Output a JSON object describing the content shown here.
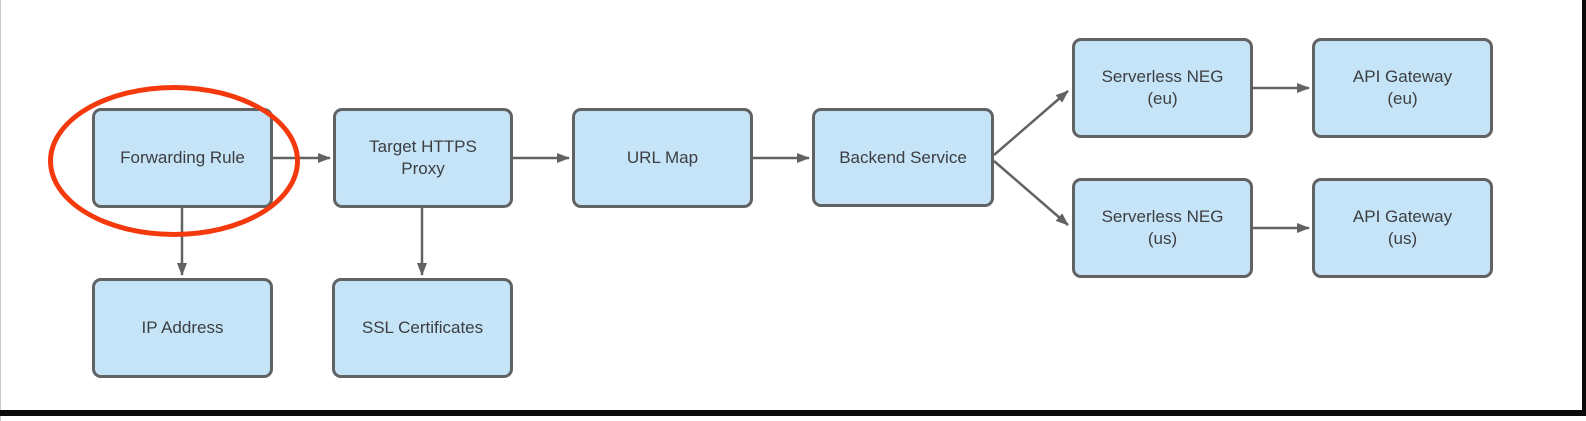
{
  "figure": {
    "type": "flow-diagram",
    "description": "Load balancer architecture flow with forwarding rule highlighted"
  },
  "colors": {
    "node_fill": "#c5e4f7",
    "node_border": "#606264",
    "connector": "#606264",
    "text": "#3c3e41",
    "highlight_ellipse": "#f4390d",
    "frame_lines": "#0a0a0a",
    "background": "#ffffff"
  },
  "nodes": {
    "forwarding_rule": {
      "label": "Forwarding Rule"
    },
    "target_https_proxy": {
      "label": "Target HTTPS\nProxy"
    },
    "url_map": {
      "label": "URL Map"
    },
    "backend_service": {
      "label": "Backend Service"
    },
    "serverless_neg_eu": {
      "label": "Serverless NEG\n(eu)"
    },
    "api_gateway_eu": {
      "label": "API Gateway\n(eu)"
    },
    "serverless_neg_us": {
      "label": "Serverless NEG\n(us)"
    },
    "api_gateway_us": {
      "label": "API Gateway\n(us)"
    },
    "ip_address": {
      "label": "IP Address"
    },
    "ssl_certificates": {
      "label": "SSL Certificates"
    }
  },
  "edges": [
    {
      "from": "forwarding_rule",
      "to": "target_https_proxy"
    },
    {
      "from": "target_https_proxy",
      "to": "url_map"
    },
    {
      "from": "url_map",
      "to": "backend_service"
    },
    {
      "from": "backend_service",
      "to": "serverless_neg_eu"
    },
    {
      "from": "backend_service",
      "to": "serverless_neg_us"
    },
    {
      "from": "serverless_neg_eu",
      "to": "api_gateway_eu"
    },
    {
      "from": "serverless_neg_us",
      "to": "api_gateway_us"
    },
    {
      "from": "forwarding_rule",
      "to": "ip_address"
    },
    {
      "from": "target_https_proxy",
      "to": "ssl_certificates"
    }
  ],
  "annotations": {
    "highlighted_node": "forwarding_rule"
  }
}
